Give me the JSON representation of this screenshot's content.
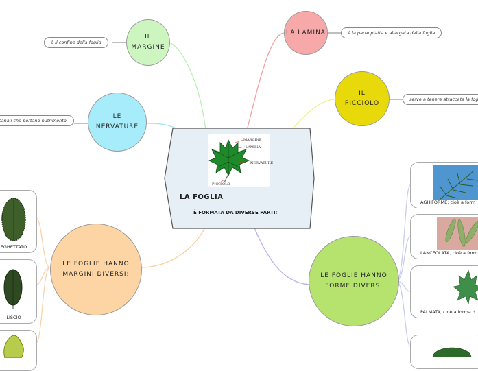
{
  "central": {
    "title": "LA FOGLIA",
    "subtitle": "È FORMATA DA DIVERSE PARTI:",
    "image_labels": {
      "margine": "MARGINE",
      "lamina": "LAMINA",
      "nervature": "NERVATURE",
      "picciolo": "PICCIOLO"
    }
  },
  "topics": {
    "margine": {
      "label": "IL MARGINE",
      "desc": "è il confine della foglia",
      "color": "#ccf5c0"
    },
    "lamina": {
      "label": "LA LAMINA",
      "desc": "è la parte piatta e allargata della foglia",
      "color": "#f7a9a9"
    },
    "picciolo": {
      "label_line1": "IL",
      "label_line2": "PICCIOLO",
      "desc": "serve a tenere attaccata la fog",
      "color": "#e8da0a"
    },
    "nervature": {
      "label_line1": "LE",
      "label_line2": "NERVATURE",
      "desc": "canali che portano nutrimento",
      "color": "#a7ecfb"
    },
    "margini": {
      "label_line1": "LE FOGLIE HANNO",
      "label_line2": "MARGINI DIVERSI:",
      "color": "#fdd4a4"
    },
    "forme": {
      "label_line1": "LE FOGLIE HANNO",
      "label_line2": "FORME DIVERSI",
      "color": "#b5e36d"
    }
  },
  "margin_cards": [
    {
      "caption": "EGHETTATO"
    },
    {
      "caption": "LISCIO"
    },
    {
      "caption": ""
    }
  ],
  "shape_cards": [
    {
      "caption": "AGHIFORME: cioè a form"
    },
    {
      "caption": "LANCEOLATA, cioè a form"
    },
    {
      "caption": "PALMATA, cioè a forma d"
    },
    {
      "caption": ""
    }
  ]
}
